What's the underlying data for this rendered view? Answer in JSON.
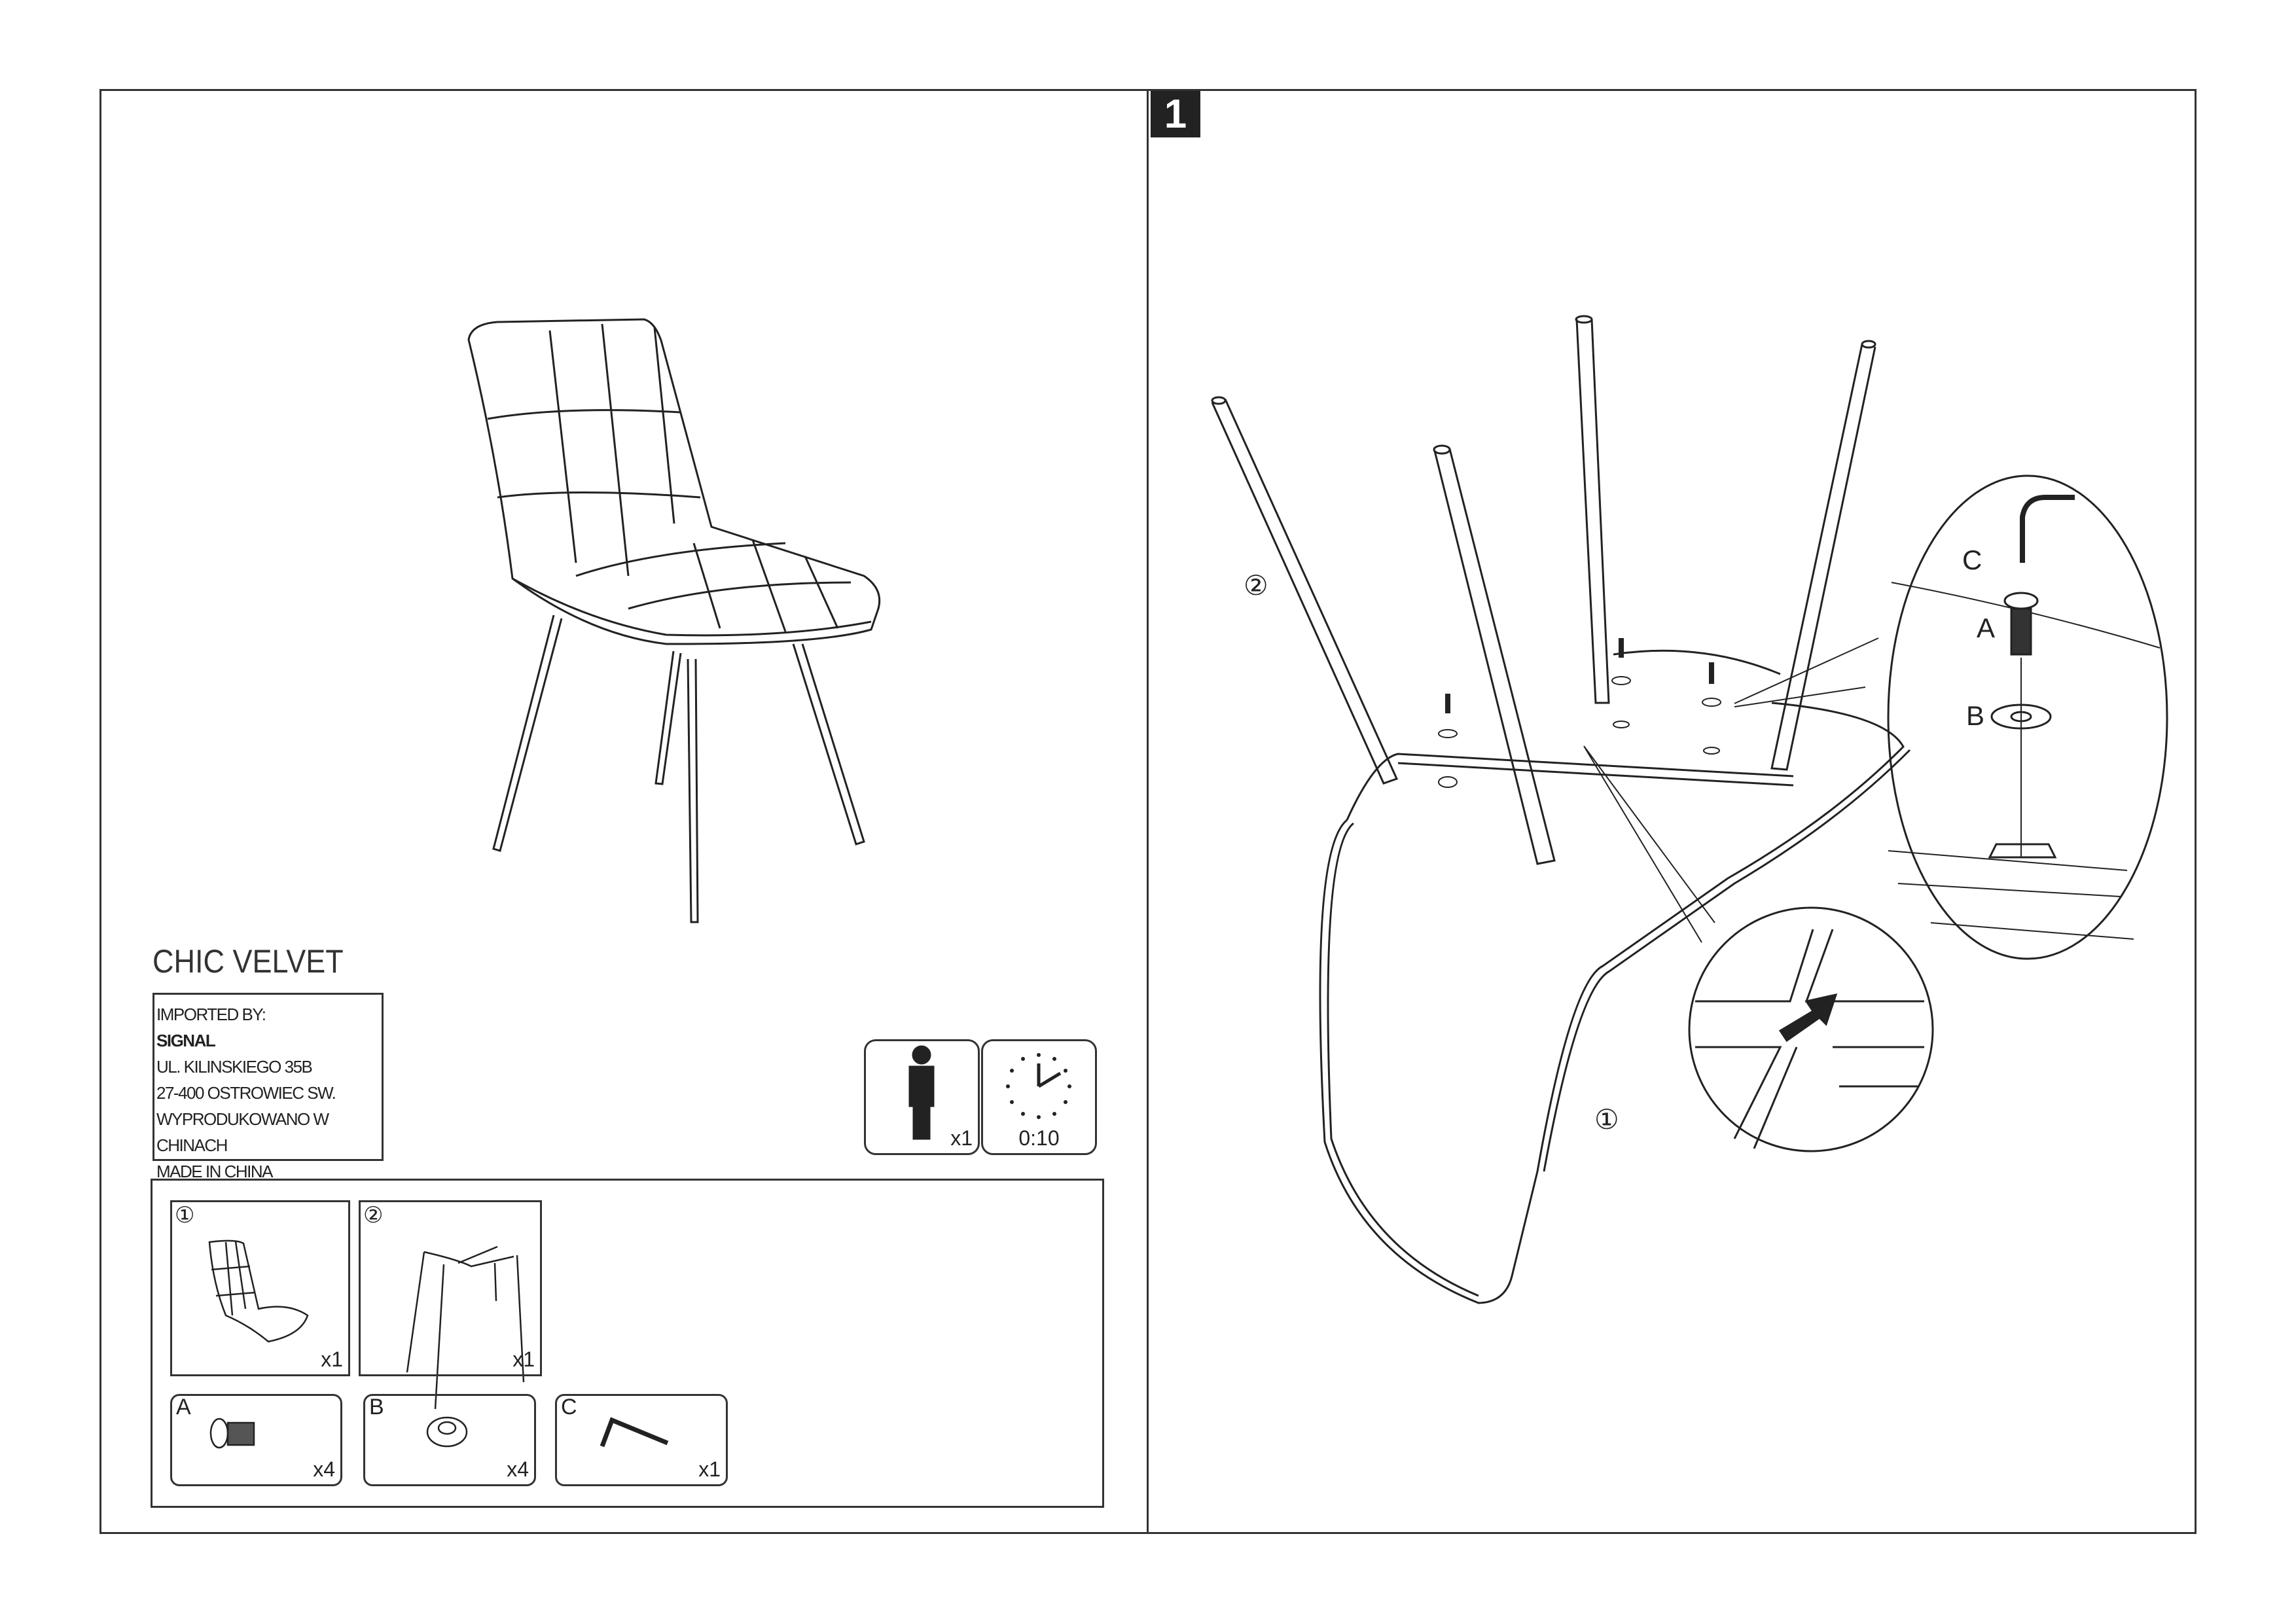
{
  "product": {
    "name": "CHIC VELVET"
  },
  "importer": {
    "lines": [
      "IMPORTED BY:",
      "SIGNAL",
      "UL. KILINSKIEGO 35B",
      "27-400 OSTROWIEC SW.",
      "WYPRODUKOWANO W CHINACH",
      "MADE IN CHINA"
    ]
  },
  "requirements": {
    "persons": "x1",
    "time": "0:10",
    "person_icon": "person-icon",
    "clock_icon": "clock-icon"
  },
  "parts": [
    {
      "id": "①",
      "qty": "x1",
      "icon": "seat-icon"
    },
    {
      "id": "②",
      "qty": "x1",
      "icon": "leg-frame-icon"
    }
  ],
  "hardware": [
    {
      "id": "A",
      "qty": "x4",
      "icon": "bolt-icon"
    },
    {
      "id": "B",
      "qty": "x4",
      "icon": "washer-icon"
    },
    {
      "id": "C",
      "qty": "x1",
      "icon": "allen-key-icon"
    }
  ],
  "step": {
    "number": "1",
    "callouts": {
      "legs": "②",
      "seat": "①",
      "key": "C",
      "bolt": "A",
      "washer": "B"
    }
  }
}
